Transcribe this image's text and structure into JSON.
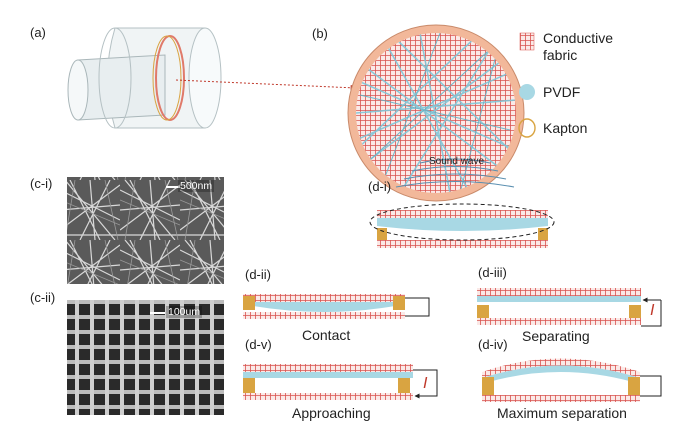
{
  "labels": {
    "a": "(a)",
    "b": "(b)",
    "ci": "(c-i)",
    "cii": "(c-ii)",
    "di": "(d-i)",
    "dii": "(d-ii)",
    "diii": "(d-iii)",
    "div": "(d-iv)",
    "dv": "(d-v)"
  },
  "legend": {
    "conductive_line1": "Conductive",
    "conductive_line2": "fabric",
    "pvdf": "PVDF",
    "kapton": "Kapton"
  },
  "sound_wave": "Sound wave",
  "scale_bars": {
    "ci": "500nm",
    "cii": "100um"
  },
  "captions": {
    "contact": "Contact",
    "separating": "Separating",
    "approaching": "Approaching",
    "max_sep": "Maximum separation"
  },
  "current_symbol": "I",
  "colors": {
    "fabric": "#d9534f",
    "pvdf": "#a8d8e4",
    "kapton": "#d9a441",
    "ring": "#f2b89a",
    "arrow": "#c0392b"
  }
}
